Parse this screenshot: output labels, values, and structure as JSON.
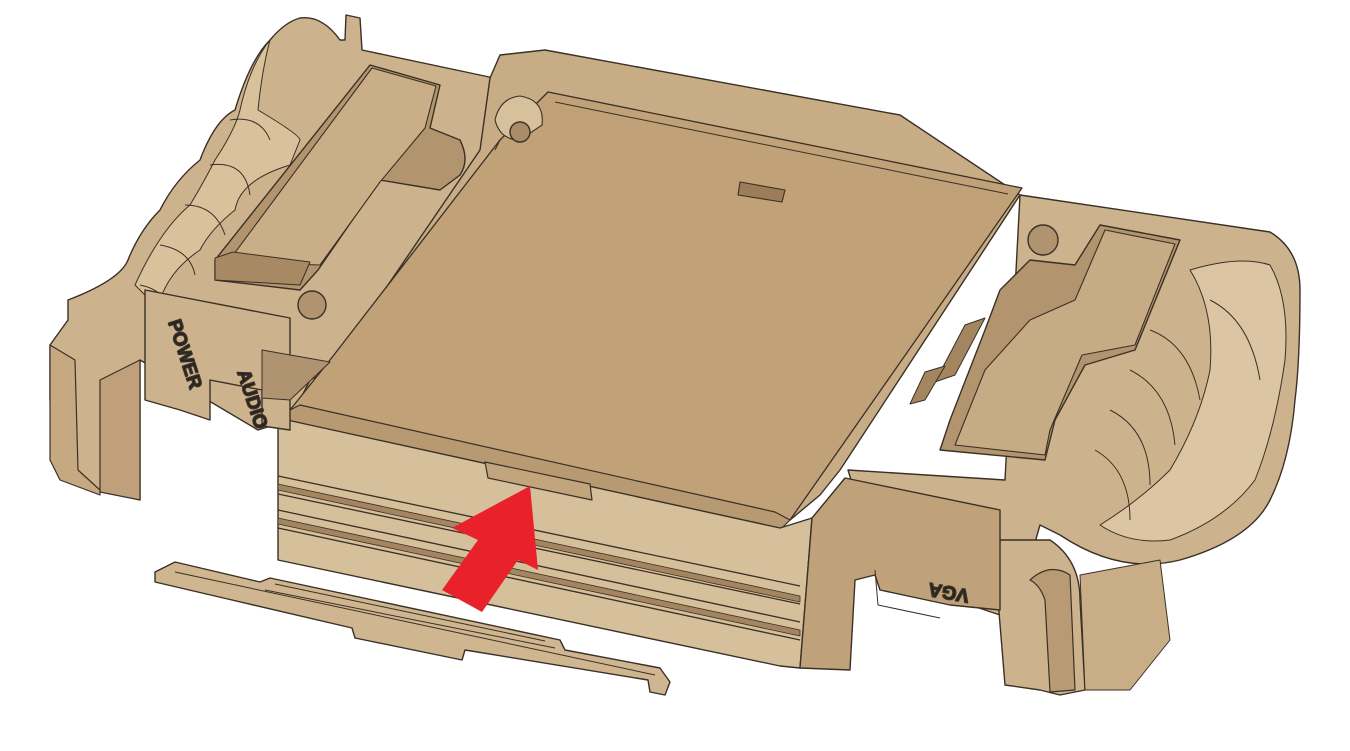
{
  "figure": {
    "labels": {
      "power": "POWER",
      "audio": "AUDIO",
      "vga": "VGA"
    },
    "colors": {
      "body": "#cfb58f",
      "top_face": "#c2a47b",
      "shadow": "#a88a63",
      "edge": "#3a3026",
      "highlight": "#e4d2b6",
      "arrow": "#e8212b"
    }
  }
}
